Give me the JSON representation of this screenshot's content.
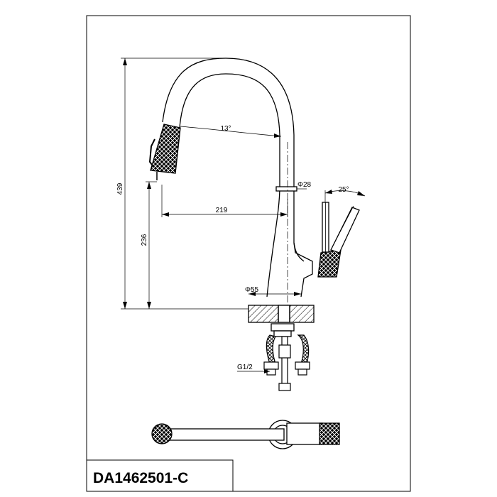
{
  "dimensions": {
    "height_total": "439",
    "height_spout": "236",
    "reach": "219",
    "spout_angle": "13°",
    "handle_angle": "25°",
    "body_diameter": "Φ28",
    "base_diameter": "Φ55",
    "thread": "G1/2"
  },
  "title_block": {
    "model": "DA1462501-C"
  },
  "colors": {
    "line": "#000000",
    "background": "#ffffff"
  }
}
